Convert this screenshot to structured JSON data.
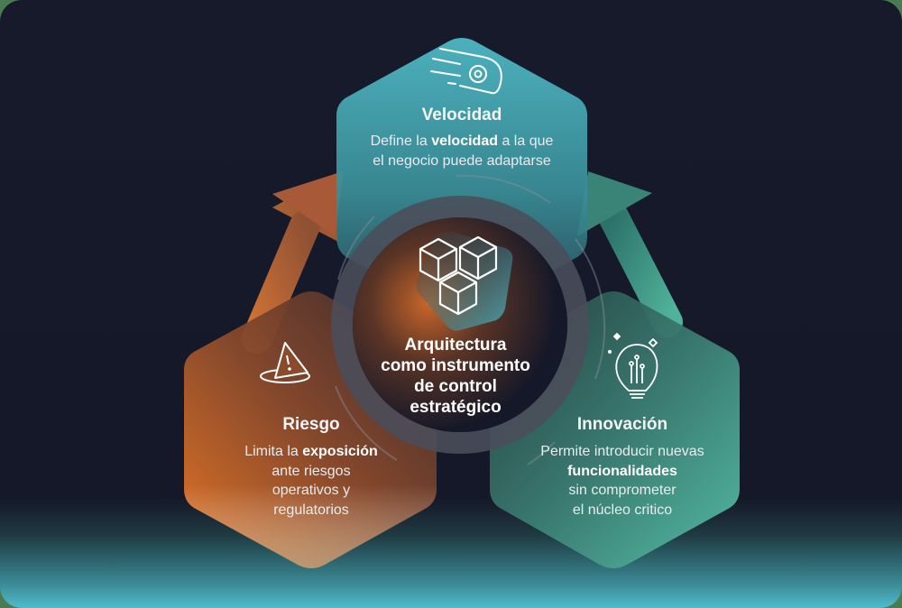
{
  "diagram": {
    "center": {
      "title_lines": [
        "Arquitectura",
        "como instrumento",
        "de control",
        "estratégico"
      ],
      "icon": "cubes-icon"
    },
    "nodes": [
      {
        "id": "velocidad",
        "title": "Velocidad",
        "icon": "speed-gear-icon",
        "desc_pre": "Define la ",
        "desc_bold": "velocidad",
        "desc_post": " a la que",
        "desc_line2": "el negocio puede adaptarse",
        "color": "#4fb8c4"
      },
      {
        "id": "riesgo",
        "title": "Riesgo",
        "icon": "warning-cone-icon",
        "desc_pre": "Limita la ",
        "desc_bold": "exposición",
        "desc_line2": "ante riesgos",
        "desc_line3": "operativos y",
        "desc_line4": "regulatorios",
        "color": "#e8762a"
      },
      {
        "id": "innovacion",
        "title": "Innovación",
        "icon": "lightbulb-circuit-icon",
        "desc_line1": "Permite introducir nuevas",
        "desc_bold": "funcionalidades",
        "desc_line3": "sin comprometer",
        "desc_line4": "el núcleo critico",
        "color": "#4fb89e"
      }
    ],
    "arrows": [
      {
        "from": "riesgo",
        "to": "velocidad",
        "color": "#d9722f"
      },
      {
        "from": "innovacion",
        "to": "velocidad",
        "color": "#4fb89e"
      }
    ],
    "colors": {
      "background": "#151828",
      "ring": "#4b4d5a",
      "bottom_glow": "#4fbccc"
    }
  }
}
